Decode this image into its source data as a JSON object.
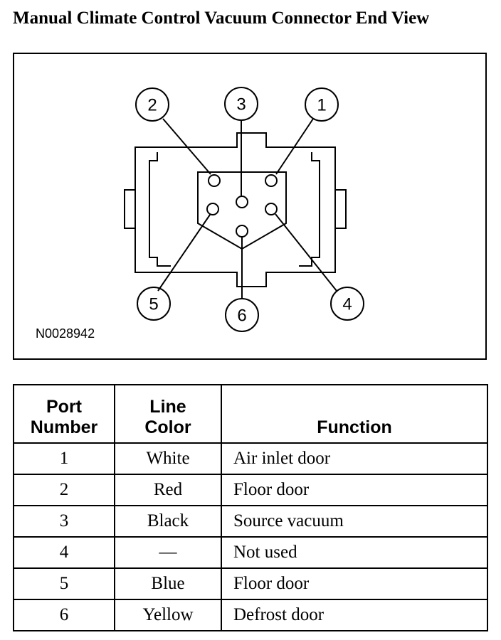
{
  "title": "Manual Climate Control Vacuum Connector End View",
  "diagram": {
    "drawing_id": "N0028942",
    "callouts": [
      {
        "label": "1"
      },
      {
        "label": "2"
      },
      {
        "label": "3"
      },
      {
        "label": "4"
      },
      {
        "label": "5"
      },
      {
        "label": "6"
      }
    ]
  },
  "table": {
    "headers": {
      "port_line1": "Port",
      "port_line2": "Number",
      "color_line1": "Line",
      "color_line2": "Color",
      "function": "Function"
    },
    "rows": [
      {
        "port": "1",
        "color": "White",
        "function": "Air inlet door"
      },
      {
        "port": "2",
        "color": "Red",
        "function": "Floor door"
      },
      {
        "port": "3",
        "color": "Black",
        "function": "Source vacuum"
      },
      {
        "port": "4",
        "color": "—",
        "function": "Not used"
      },
      {
        "port": "5",
        "color": "Blue",
        "function": "Floor door"
      },
      {
        "port": "6",
        "color": "Yellow",
        "function": "Defrost door"
      }
    ]
  }
}
